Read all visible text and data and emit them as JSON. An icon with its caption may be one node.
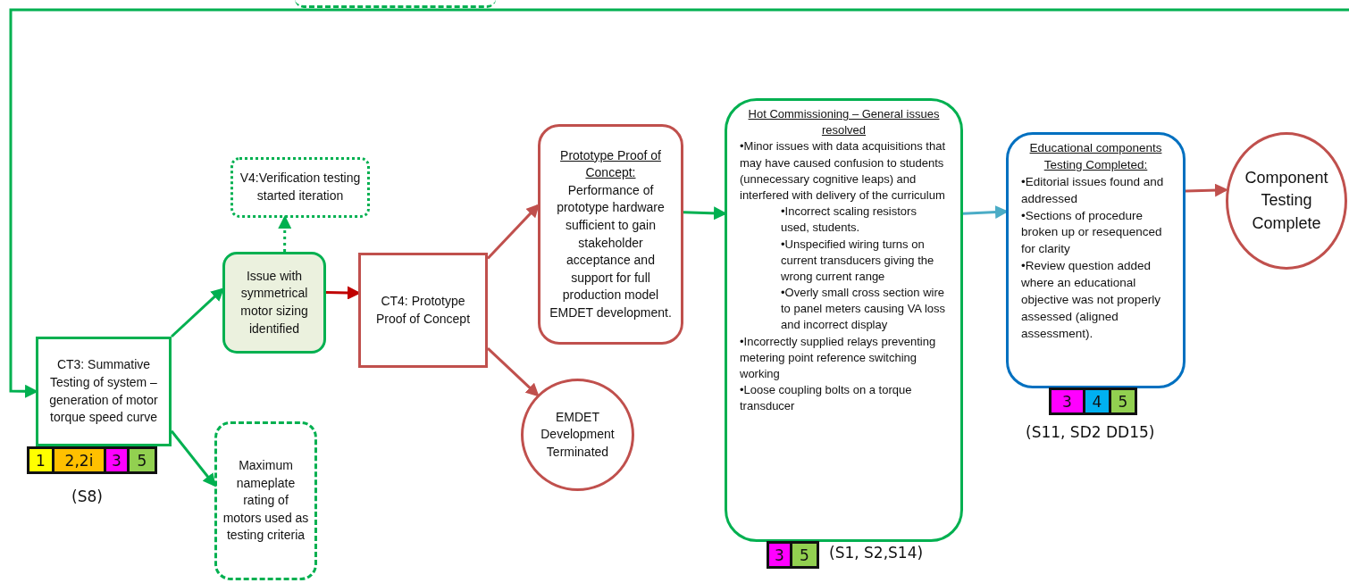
{
  "diagram": {
    "nodes": [
      {
        "text": [],
        "shape": "box"
      },
      {
        "text": [
          "V4:Verification testing started iteration"
        ]
      },
      {
        "text": [
          "Issue with symmetrical motor sizing identified"
        ]
      },
      {
        "text": [
          "CT3: Summative Testing of system – generation of motor torque speed curve"
        ]
      },
      {
        "text": [
          "Maximum nameplate rating of motors used as testing criteria"
        ]
      },
      {
        "text": [
          "CT4: Prototype Proof of Concept"
        ]
      },
      {
        "text": [
          "Prototype Proof of Concept:",
          "Performance of prototype hardware sufficient to gain stakeholder acceptance and support for full production model EMDET development."
        ]
      },
      {
        "text": [
          "EMDET Development Terminated"
        ]
      },
      {
        "text": [
          "Hot Commissioning – General issues resolved",
          "•Minor issues with data acquisitions that may have caused confusion to students (unnecessary cognitive leaps) and interfered with delivery of the curriculum",
          "•Incorrect scaling resistors used, students.",
          "•Unspecified wiring turns on current transducers giving the wrong current range",
          "•Overly small cross section wire to panel meters causing VA loss and incorrect display",
          "•Incorrectly supplied relays preventing metering point reference switching working",
          "•Loose coupling bolts on a torque transducer"
        ],
        "beside": [
          "(S1, S2,S14)"
        ]
      },
      {
        "text": [
          "Educational components Testing Completed:",
          "•Editorial issues found and addressed",
          "•Sections of procedure broken up or resequenced for clarity",
          "•Review question added where an educational objective was not properly assessed (aligned assessment)."
        ]
      },
      {
        "text": [
          "Component Testing Complete"
        ]
      },
      {
        "text": [
          "1"
        ]
      },
      {
        "text": [
          "2,2i"
        ]
      },
      {
        "text": [
          "3"
        ]
      },
      {
        "text": [
          "5"
        ]
      },
      {
        "text": [
          "3"
        ]
      },
      {
        "text": [
          "5"
        ]
      },
      {
        "text": [
          "3"
        ]
      },
      {
        "text": [
          "4"
        ]
      },
      {
        "text": [
          "5"
        ]
      }
    ],
    "edges": [
      {
        "from": null,
        "to": 3,
        "arrow": "to",
        "color": "#00b050"
      },
      {
        "from": 3,
        "to": 2,
        "arrow": "to",
        "color": "#00b050"
      },
      {
        "from": 3,
        "to": 4,
        "arrow": "to",
        "color": "#00b050"
      },
      {
        "from": 2,
        "to": 1,
        "arrow": "to",
        "style": "dashed",
        "color": "#00b050"
      },
      {
        "from": 2,
        "to": 5,
        "arrow": "to",
        "color": "#c00000"
      },
      {
        "from": 5,
        "to": 6,
        "arrow": "to",
        "color": "#c0504d"
      },
      {
        "from": 5,
        "to": 7,
        "arrow": "to",
        "color": "#c0504d"
      },
      {
        "from": 6,
        "to": 8,
        "arrow": "to",
        "color": "#00b050"
      },
      {
        "from": 8,
        "to": 9,
        "arrow": "to",
        "color": "#4bacc6"
      },
      {
        "from": 9,
        "to": 10,
        "arrow": "to",
        "color": "#c0504d"
      }
    ],
    "labels": [
      "(S8)",
      "(S11, SD2 DD15)"
    ]
  }
}
